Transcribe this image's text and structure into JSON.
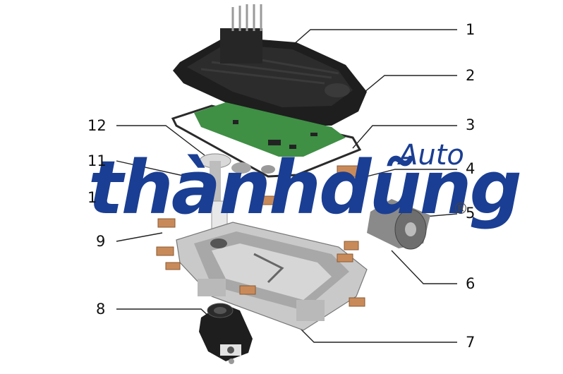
{
  "labels": {
    "l1": "1",
    "l2": "2",
    "l3": "3",
    "l4": "4",
    "l5": "5",
    "l6": "6",
    "l7": "7",
    "l8": "8",
    "l9": "9",
    "l11": "11",
    "l12": "12",
    "l10_partial": "1"
  },
  "watermark": {
    "main": "thànhdũng",
    "auto": "Auto",
    "registered": "®",
    "color": "#1a3e93"
  },
  "colors": {
    "housing_black": "#1e1e1e",
    "pcb_green": "#3f8f45",
    "aluminum": "#c9c9c9",
    "copper_clip": "#c98a5a"
  }
}
